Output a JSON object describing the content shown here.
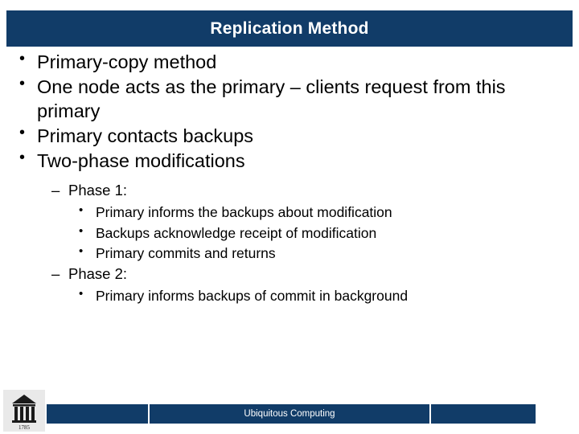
{
  "slide": {
    "title": "Replication Method",
    "bullets": [
      {
        "text": "Primary-copy method"
      },
      {
        "text": "One node acts as the primary – clients request from this primary"
      },
      {
        "text": "Primary contacts backups"
      },
      {
        "text": "Two-phase modifications"
      }
    ],
    "sub_sections": [
      {
        "label": "Phase 1:",
        "items": [
          "Primary informs the backups about modification",
          "Backups acknowledge receipt of modification",
          "Primary commits and returns"
        ]
      },
      {
        "label": "Phase 2:",
        "items": [
          "Primary informs backups of commit in background"
        ]
      }
    ],
    "footer": {
      "center_text": "Ubiquitous Computing",
      "logo_year": "1785"
    },
    "colors": {
      "bar_blue": "#113c68",
      "title_text": "#ffffff",
      "body_text": "#000000",
      "background": "#ffffff"
    }
  }
}
